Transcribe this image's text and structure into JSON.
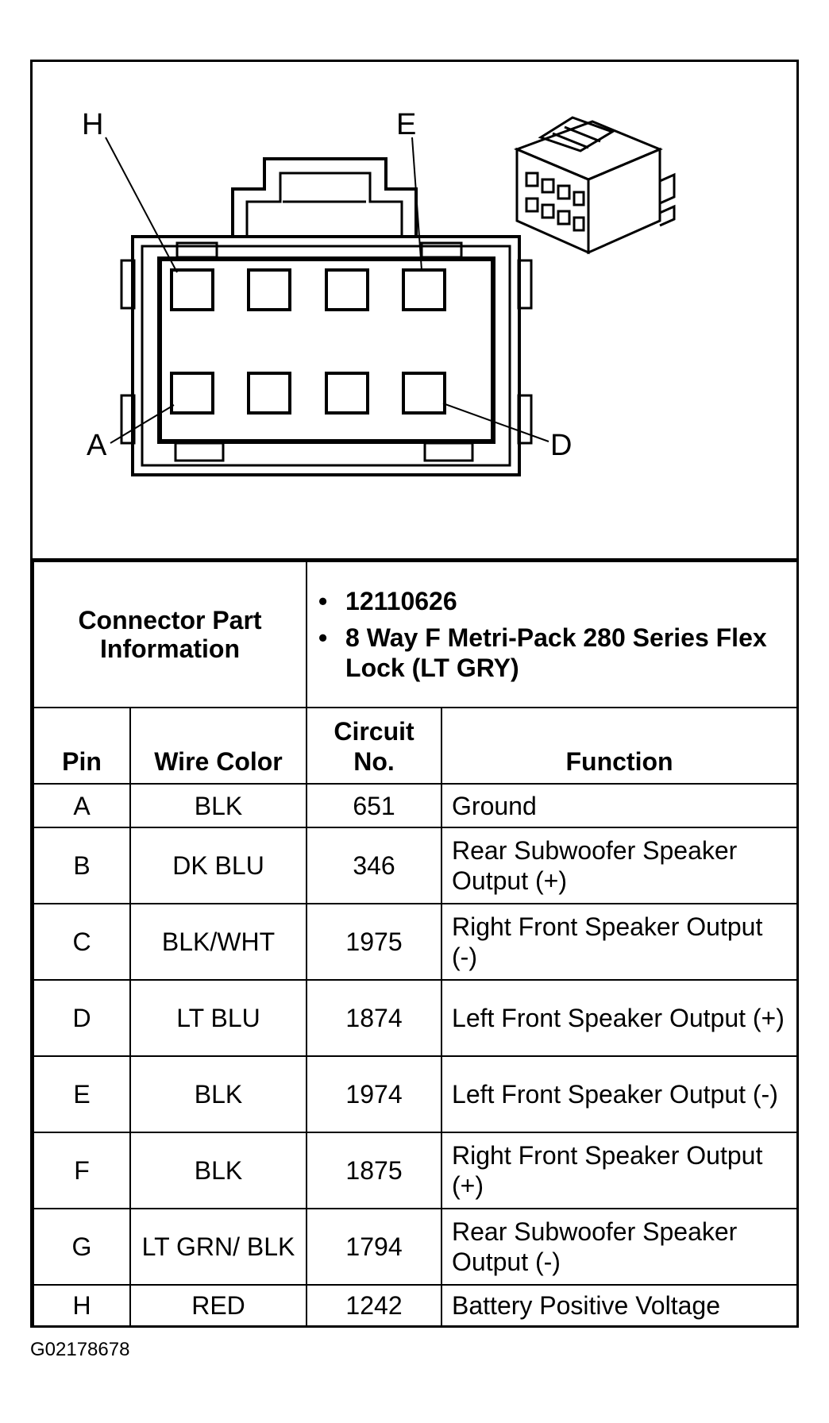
{
  "diagram": {
    "pin_labels": {
      "top_left": "H",
      "top_right": "E",
      "bottom_left": "A",
      "bottom_right": "D"
    }
  },
  "part_info": {
    "label": "Connector Part Information",
    "items": [
      "12110626",
      "8 Way F Metri-Pack 280 Series Flex Lock (LT GRY)"
    ]
  },
  "table": {
    "headers": {
      "pin": "Pin",
      "wire_color": "Wire Color",
      "circuit": "Circuit No.",
      "function": "Function"
    },
    "rows": [
      {
        "pin": "A",
        "wire_color": "BLK",
        "circuit": "651",
        "function": "Ground"
      },
      {
        "pin": "B",
        "wire_color": "DK BLU",
        "circuit": "346",
        "function": "Rear Subwoofer Speaker Output (+)"
      },
      {
        "pin": "C",
        "wire_color": "BLK/WHT",
        "circuit": "1975",
        "function": "Right Front Speaker Output (-)"
      },
      {
        "pin": "D",
        "wire_color": "LT BLU",
        "circuit": "1874",
        "function": "Left Front Speaker Output (+)"
      },
      {
        "pin": "E",
        "wire_color": "BLK",
        "circuit": "1974",
        "function": "Left Front Speaker Output (-)"
      },
      {
        "pin": "F",
        "wire_color": "BLK",
        "circuit": "1875",
        "function": "Right Front Speaker Output (+)"
      },
      {
        "pin": "G",
        "wire_color": "LT GRN/ BLK",
        "circuit": "1794",
        "function": "Rear Subwoofer Speaker Output (-)"
      },
      {
        "pin": "H",
        "wire_color": "RED",
        "circuit": "1242",
        "function": "Battery Positive Voltage"
      }
    ]
  },
  "figure_id": "G02178678"
}
